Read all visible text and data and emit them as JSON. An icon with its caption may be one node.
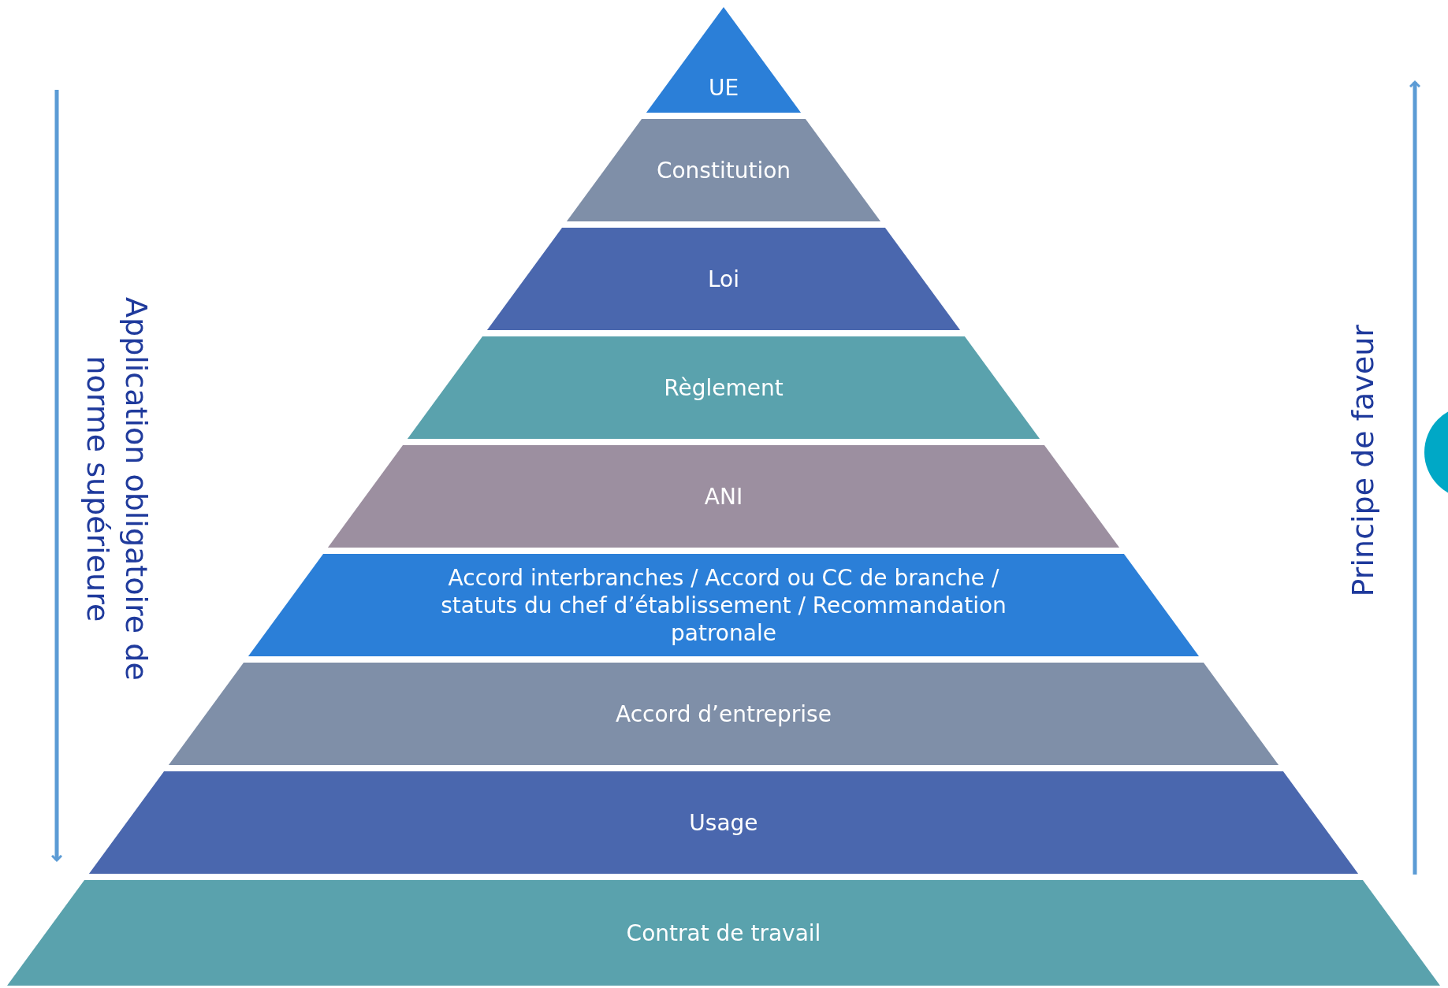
{
  "diagram": {
    "nodes": [
      {
        "text": [
          "UE"
        ]
      },
      {
        "text": [
          "Constitution"
        ]
      },
      {
        "text": [
          "Loi"
        ]
      },
      {
        "text": [
          "Règlement"
        ]
      },
      {
        "text": [
          "ANI"
        ]
      },
      {
        "text": [
          "Accord interbranches / Accord ou CC de branche / statuts du chef d’établissement / Recommandation patronale"
        ]
      },
      {
        "text": [
          "Accord d’entreprise"
        ]
      },
      {
        "text": [
          "Usage"
        ]
      },
      {
        "text": [
          "Contrat de travail"
        ]
      }
    ],
    "labels": [
      "Application obligatoire de norme supérieure",
      "Principe de faveur"
    ]
  }
}
